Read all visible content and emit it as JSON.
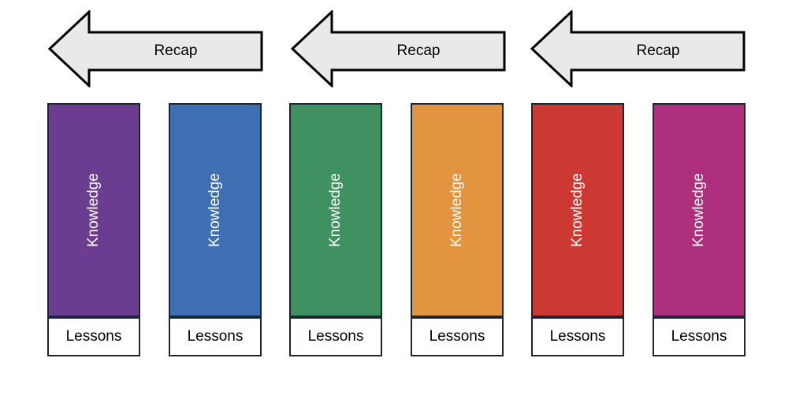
{
  "canvas": {
    "background": "#ffffff"
  },
  "arrow_style": {
    "fill": "#e9e9e9",
    "stroke": "#000000"
  },
  "arrows": [
    {
      "label": "Recap"
    },
    {
      "label": "Recap"
    },
    {
      "label": "Recap"
    }
  ],
  "columns": [
    {
      "color": "#6a3d91",
      "knowledge_label": "Knowledge",
      "lessons_label": "Lessons"
    },
    {
      "color": "#3e6fb2",
      "knowledge_label": "Knowledge",
      "lessons_label": "Lessons"
    },
    {
      "color": "#3f9162",
      "knowledge_label": "Knowledge",
      "lessons_label": "Lessons"
    },
    {
      "color": "#e2943f",
      "knowledge_label": "Knowledge",
      "lessons_label": "Lessons"
    },
    {
      "color": "#cc3932",
      "knowledge_label": "Knowledge",
      "lessons_label": "Lessons"
    },
    {
      "color": "#ad2f7d",
      "knowledge_label": "Knowledge",
      "lessons_label": "Lessons"
    }
  ],
  "styles": {
    "box_border_color": "#1b2631",
    "knowledge_text_color": "#ffffff",
    "lessons_text_color": "#000000"
  }
}
